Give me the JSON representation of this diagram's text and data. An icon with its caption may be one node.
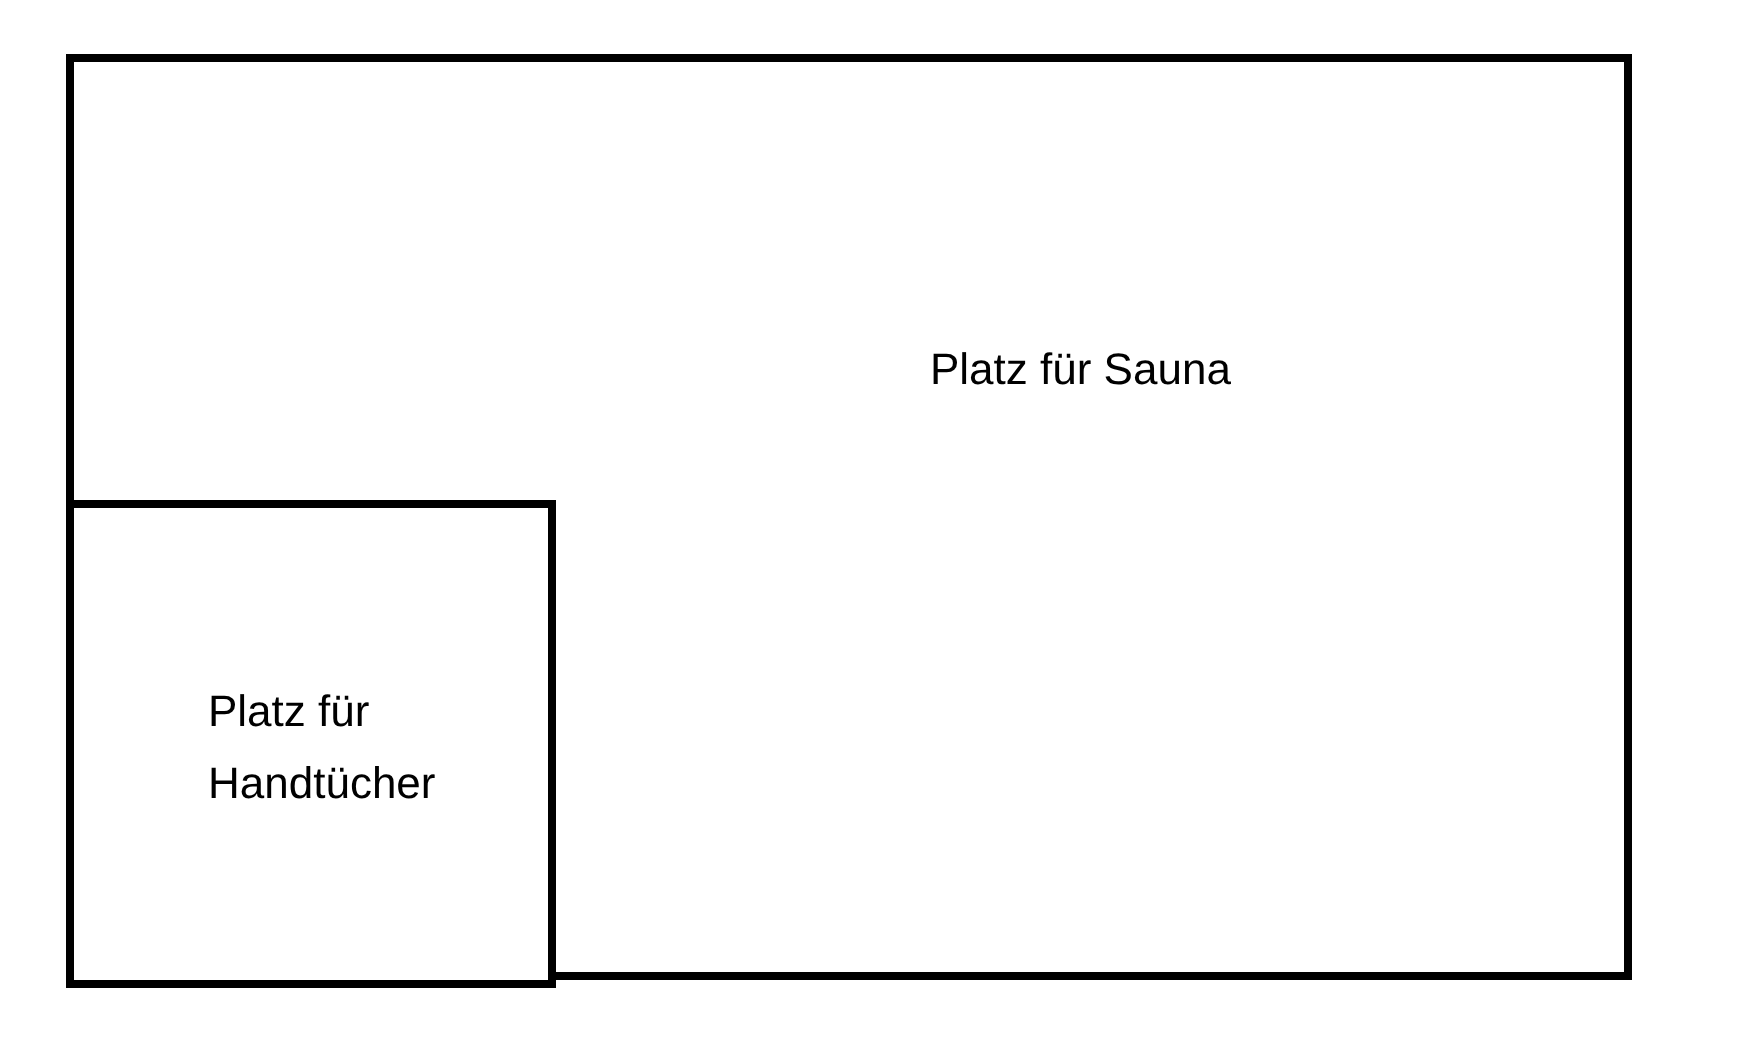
{
  "diagram": {
    "nodes": [
      {
        "text": [
          "Platz für Sauna"
        ]
      },
      {
        "text": [
          "Platz für Handtücher"
        ],
        "in": 0
      }
    ]
  }
}
